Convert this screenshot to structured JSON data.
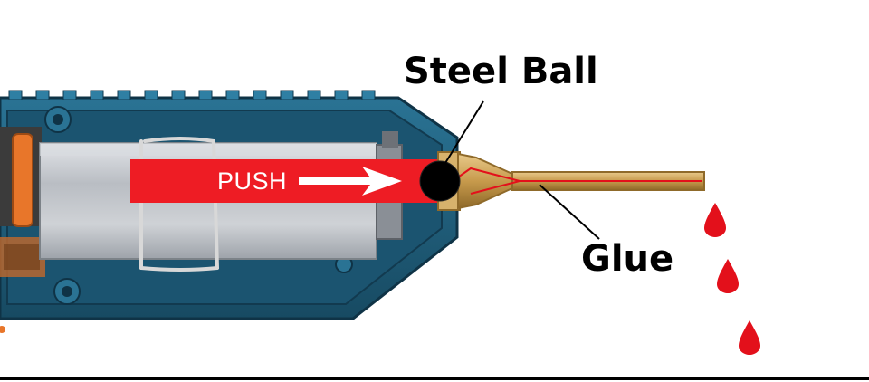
{
  "labels": {
    "steel_ball": "Steel Ball",
    "glue": "Glue",
    "push": "PUSH"
  },
  "colors": {
    "housing": "#1f5e7a",
    "housing_dark": "#163f55",
    "barrel": "#c2c6cc",
    "push_bar": "#ee1c24",
    "nozzle": "#c9a25a",
    "glue_drop": "#e3101b",
    "ball": "#000000",
    "orange_ring": "#e8762a"
  }
}
